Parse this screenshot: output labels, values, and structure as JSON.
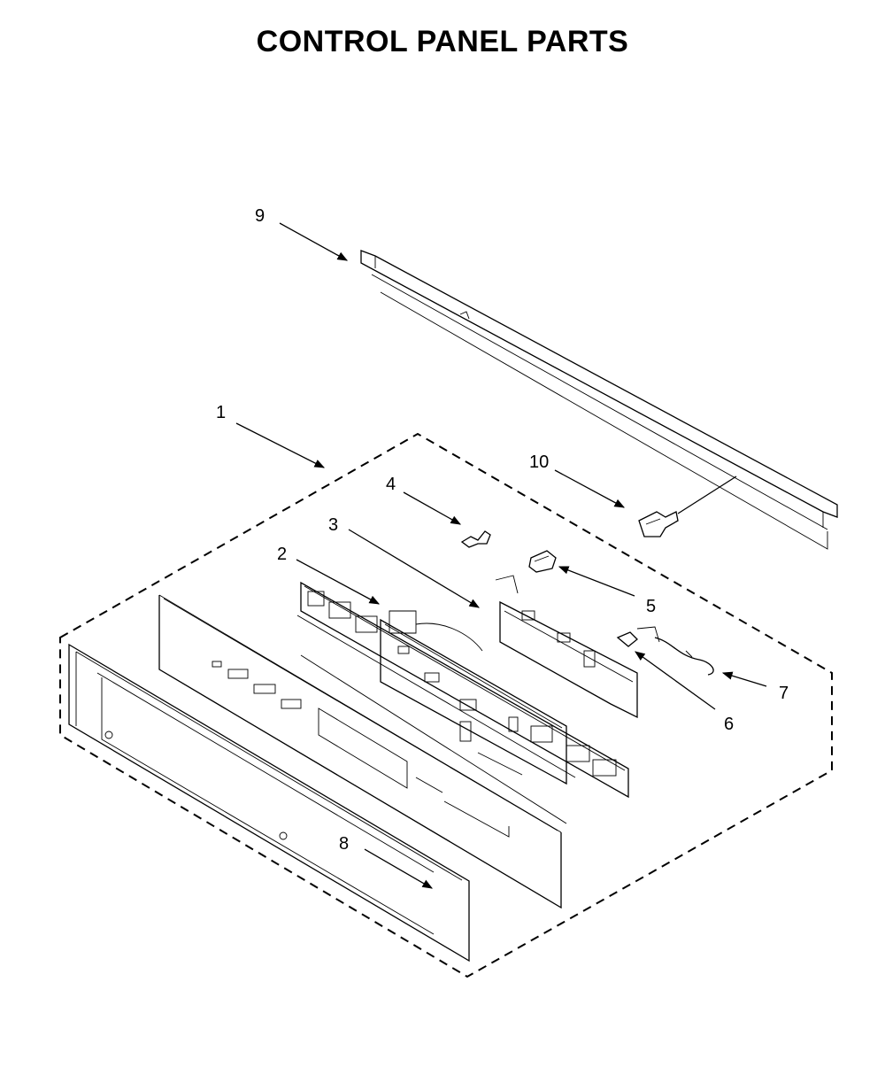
{
  "title": "CONTROL PANEL PARTS",
  "callouts": [
    {
      "id": "1",
      "label": "1"
    },
    {
      "id": "2",
      "label": "2"
    },
    {
      "id": "3",
      "label": "3"
    },
    {
      "id": "4",
      "label": "4"
    },
    {
      "id": "5",
      "label": "5"
    },
    {
      "id": "6",
      "label": "6"
    },
    {
      "id": "7",
      "label": "7"
    },
    {
      "id": "8",
      "label": "8"
    },
    {
      "id": "9",
      "label": "9"
    },
    {
      "id": "10",
      "label": "10"
    }
  ]
}
